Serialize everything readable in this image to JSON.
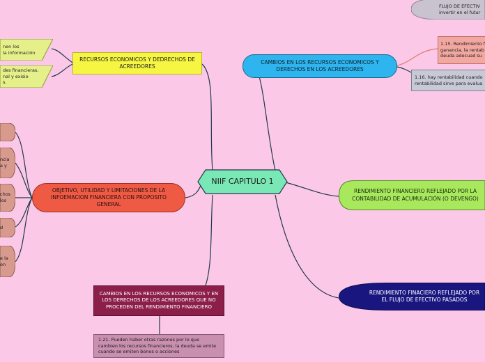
{
  "central": {
    "label": "NIIF CAPITULO 1"
  },
  "topic_left_top": {
    "label": "RECURSOS ECONOMICOS Y DEDRECHOS DE ACREEDORES"
  },
  "stubs_left_top": [
    {
      "label": "nen los\nla información"
    },
    {
      "label": "des financieras,\nnal y exisio\ns."
    }
  ],
  "topic_left_middle": {
    "label": "OBJETIVO, UTILIDAD Y LIMITACIONES DE LA INFOEMACION FINANCIERA CON PROPOSITO GENERAL"
  },
  "stubs_left_middle": [
    {
      "label": ""
    },
    {
      "label": "ncia\na y"
    },
    {
      "label": "chos\nlos"
    },
    {
      "label": "d"
    },
    {
      "label": "e la\non"
    }
  ],
  "topic_bottom": {
    "label": "CAMBIOS EN LOS RECURSOS ECONOMICOS Y EN LOS DERECHOS DE LOS ACREEDORES QUE NO PROCEDEN DEL RENDIMIENTO FINANCIERO"
  },
  "note_bottom": {
    "label": "1.21. Pueden haber otras razones por lo que cambien los recursos financieros, la deuda se emite cuando se emiten bonos o acciones"
  },
  "topic_right_top": {
    "label": "CAMBIOS EN LOS RECURSOS ECONOMICOS Y DERECHOS EN LOS ACREEDORES"
  },
  "notes_right_top": [
    {
      "label": "FLUJO DE EFECTIV\ninvertir en el futur"
    },
    {
      "label": "1.15. Rendimiento f\nganancia, la rentab\ndeuda adecuad su"
    },
    {
      "label": "1.16. hay rentabilidad cuando\nrentabilidad sirve para evalua"
    }
  ],
  "topic_right_middle": {
    "label": "RENDIMIENTO FINANCIERO REFLEJADO POR LA CONTABILIDAD DE ACUMULACIÓN (O DEVENGO)"
  },
  "topic_right_bottom": {
    "label": "RENDIMIENTO FINACIERO REFLEJADO POR EL FLUJO DE EFECTIVO PASADOS"
  }
}
